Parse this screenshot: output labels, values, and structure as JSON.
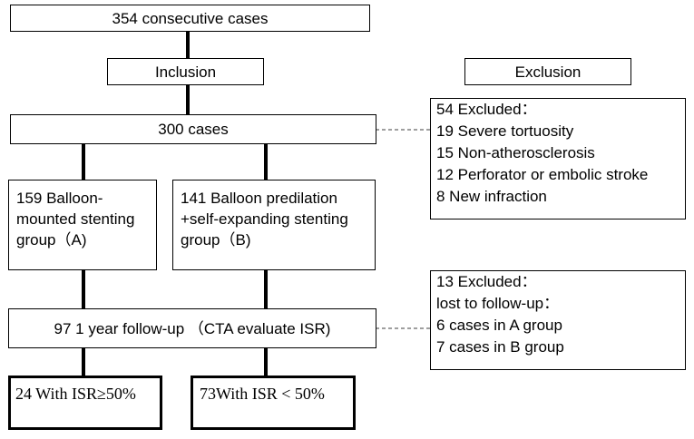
{
  "boxes": {
    "consecutive": "354 consecutive cases",
    "inclusion": "Inclusion",
    "exclusion": "Exclusion",
    "cases300": "300  cases",
    "groupA": "159 Balloon-mounted stenting group（A)",
    "groupB": "141 Balloon predilation +self-expanding stenting group（B)",
    "followup": "97 1 year follow-up  （CTA evaluate ISR)",
    "isr_high": "24 With ISR≥50%",
    "isr_low": "73With ISR < 50%"
  },
  "exclusion1": [
    "54  Excluded：",
    "19   Severe tortuosity",
    "15   Non-atherosclerosis",
    "12   Perforator or embolic stroke",
    "8     New  infraction"
  ],
  "exclusion2": [
    "13  Excluded：",
    "lost to follow-up：",
    "6 cases in A group",
    "7 cases in B group"
  ]
}
